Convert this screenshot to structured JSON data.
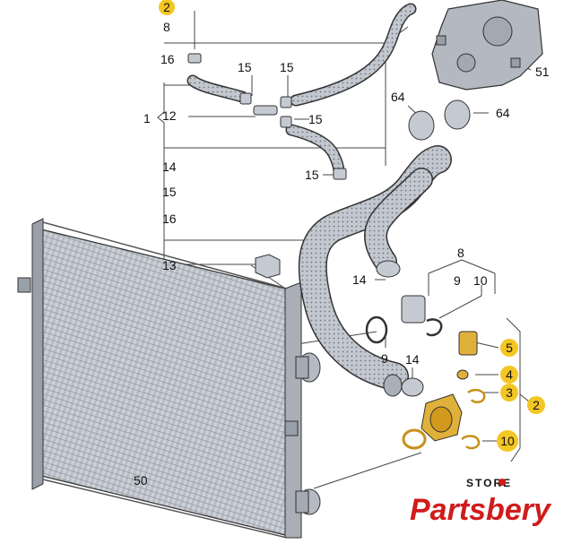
{
  "diagram": {
    "callouts": {
      "top_badge": "2",
      "top_8": "8",
      "l16": "16",
      "c15a": "15",
      "c15b": "15",
      "l1": "1",
      "l12": "12",
      "c15c": "15",
      "l14": "14",
      "l15": "15",
      "l16b": "16",
      "c15d": "15",
      "l13": "13",
      "c51": "51",
      "c64a": "64",
      "c64b": "64",
      "c8": "8",
      "c9": "9",
      "c10": "10",
      "c14a": "14",
      "c9b": "9",
      "c14b": "14",
      "c50": "50",
      "b5": "5",
      "b4": "4",
      "b3": "3",
      "b2": "2",
      "b10": "10"
    }
  },
  "watermark": {
    "line1": "STORE",
    "line2": "Partsbery"
  },
  "colors": {
    "badge": "#f3c623",
    "watermark_red": "#d01c1c",
    "outline": "#222222",
    "radiator": "#c9ced6",
    "hose": "#b9bec8",
    "brass": "#d9a21c"
  }
}
